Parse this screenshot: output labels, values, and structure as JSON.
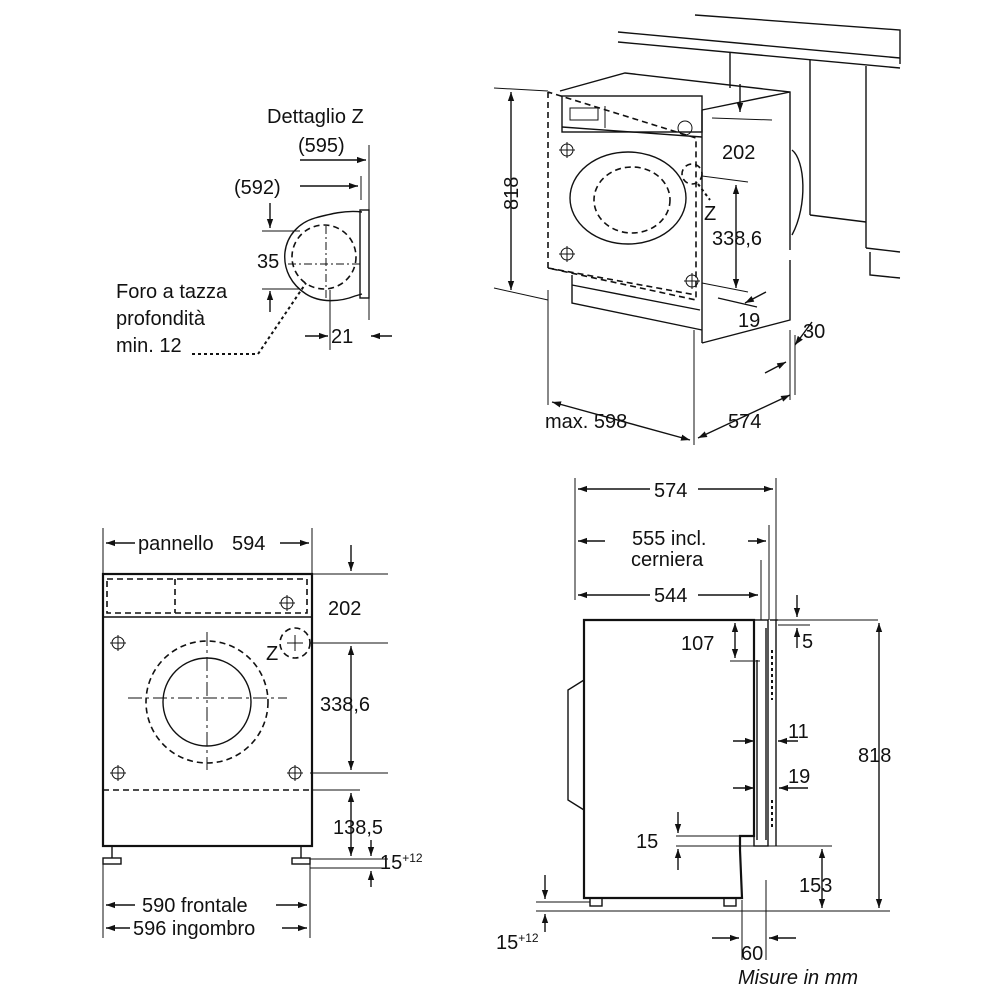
{
  "detail": {
    "title": "Dettaglio Z",
    "dim_595": "(595)",
    "dim_592": "(592)",
    "dim_35": "35",
    "hole_line1": "Foro a tazza",
    "hole_line2": "profondità",
    "hole_line3": "min. 12",
    "dim_21": "21"
  },
  "iso": {
    "h_818": "818",
    "dim_202": "202",
    "z_label": "Z",
    "dim_3386": "338,6",
    "dim_19": "19",
    "dim_30": "30",
    "width_598": "max. 598",
    "depth_574": "574"
  },
  "front": {
    "panel_label": "pannello",
    "panel_value": "594",
    "dim_202": "202",
    "z_label": "Z",
    "dim_3386": "338,6",
    "dim_1385": "138,5",
    "foot_base": "15",
    "foot_sup": "+12",
    "width_590": "590 frontale",
    "width_596": "596 ingombro"
  },
  "side": {
    "dim_574": "574",
    "dim_555_line1": "555 incl.",
    "dim_555_line2": "cerniera",
    "dim_544": "544",
    "dim_107": "107",
    "dim_5": "5",
    "dim_818": "818",
    "dim_11": "11",
    "dim_19": "19",
    "dim_15": "15",
    "dim_153": "153",
    "foot_base": "15",
    "foot_sup": "+12",
    "dim_60": "60"
  },
  "footer": {
    "note": "Misure in mm"
  }
}
